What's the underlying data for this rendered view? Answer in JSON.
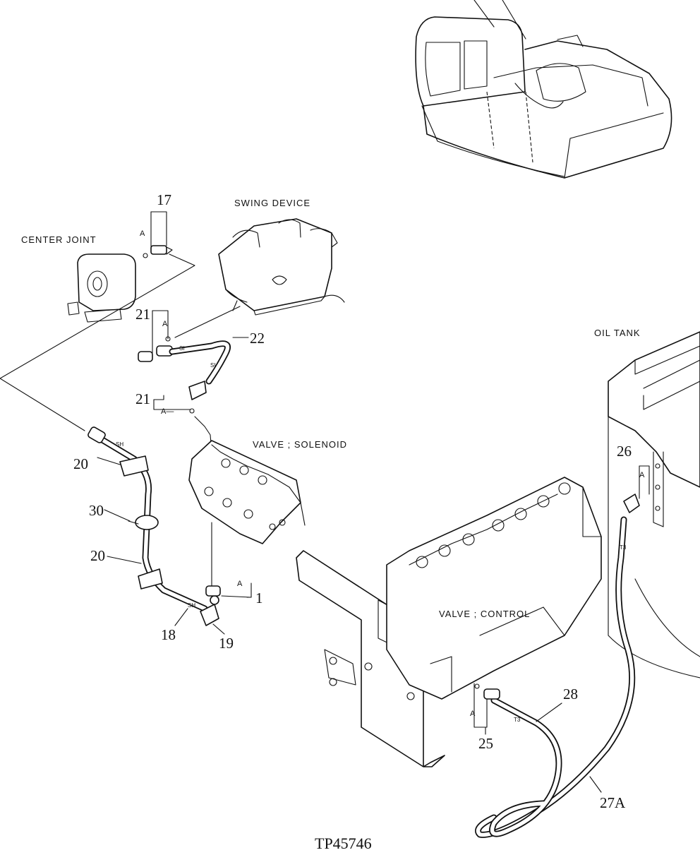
{
  "labels": {
    "center_joint": "CENTER JOINT",
    "swing_device": "SWING DEVICE",
    "valve_solenoid": "VALVE ; SOLENOID",
    "oil_tank": "OIL TANK",
    "valve_control": "VALVE ; CONTROL"
  },
  "callouts": {
    "c17": "17",
    "c21a": "21",
    "c22": "22",
    "c21b": "21",
    "c20a": "20",
    "c30": "30",
    "c20b": "20",
    "c18": "18",
    "c19": "19",
    "c1": "1",
    "c26": "26",
    "c28": "28",
    "c25": "25",
    "c27a": "27A"
  },
  "connection_marks": {
    "a_17": "A",
    "a_21a": "A",
    "a_21b": "A—",
    "a_1": "A",
    "a_26": "A",
    "a_25": "A"
  },
  "hose_tags": {
    "si_a": "SI",
    "si_b": "SI",
    "sh_a": "SH",
    "sh_b": "SH",
    "t3_a": "T3",
    "t3_b": "T3"
  },
  "figure_id": "TP45746"
}
